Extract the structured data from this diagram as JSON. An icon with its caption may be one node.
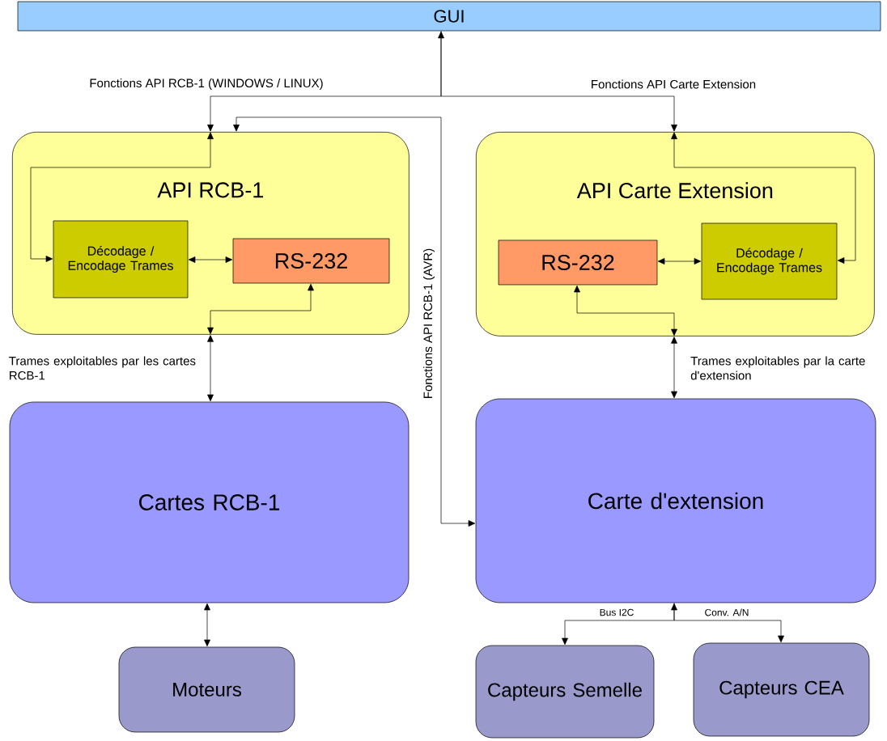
{
  "diagram": {
    "nodes": [
      {
        "text": [
          "GUI"
        ]
      },
      {
        "text": [
          "API RCB-1"
        ]
      },
      {
        "text": [
          "Décodage / Encodage Trames"
        ],
        "in": 1
      },
      {
        "text": [
          "RS-232"
        ],
        "in": 1
      },
      {
        "text": [
          "API Carte Extension"
        ]
      },
      {
        "text": [
          "RS-232"
        ],
        "in": 4
      },
      {
        "text": [
          "Décodage / Encodage Trames"
        ],
        "in": 4
      },
      {
        "text": [
          "Cartes RCB-1"
        ]
      },
      {
        "text": [
          "Carte d'extension"
        ]
      },
      {
        "text": [
          "Moteurs"
        ]
      },
      {
        "text": [
          "Capteurs Semelle"
        ]
      },
      {
        "text": [
          "Capteurs CEA"
        ]
      }
    ],
    "edges": [
      {
        "from": 1,
        "to": 0,
        "arrow": "both",
        "label": "Fonctions API RCB-1 (WINDOWS / LINUX)"
      },
      {
        "from": 0,
        "to": 4,
        "arrow": "to",
        "label": "Fonctions API Carte Extension"
      },
      {
        "from": 1,
        "to": 2,
        "arrow": "both"
      },
      {
        "from": 2,
        "to": 3,
        "arrow": "both"
      },
      {
        "from": 3,
        "to": 1,
        "arrow": "both"
      },
      {
        "from": 1,
        "to": 7,
        "arrow": "both",
        "label": "Trames exploitables par les cartes RCB-1"
      },
      {
        "from": 1,
        "to": 8,
        "arrow": "both",
        "label": "Fonctions API RCB-1 (AVR)"
      },
      {
        "from": 7,
        "to": 9,
        "arrow": "both"
      },
      {
        "from": 4,
        "to": 6,
        "arrow": "both"
      },
      {
        "from": 5,
        "to": 6,
        "arrow": "both"
      },
      {
        "from": 5,
        "to": 4,
        "arrow": "both"
      },
      {
        "from": 4,
        "to": 8,
        "arrow": "both",
        "label": "Trames exploitables par la carte d'extension"
      },
      {
        "from": 8,
        "to": 10,
        "arrow": "both",
        "label": "Bus I2C"
      },
      {
        "from": 8,
        "to": 11,
        "arrow": "to",
        "label": "Conv. A/N"
      }
    ]
  }
}
